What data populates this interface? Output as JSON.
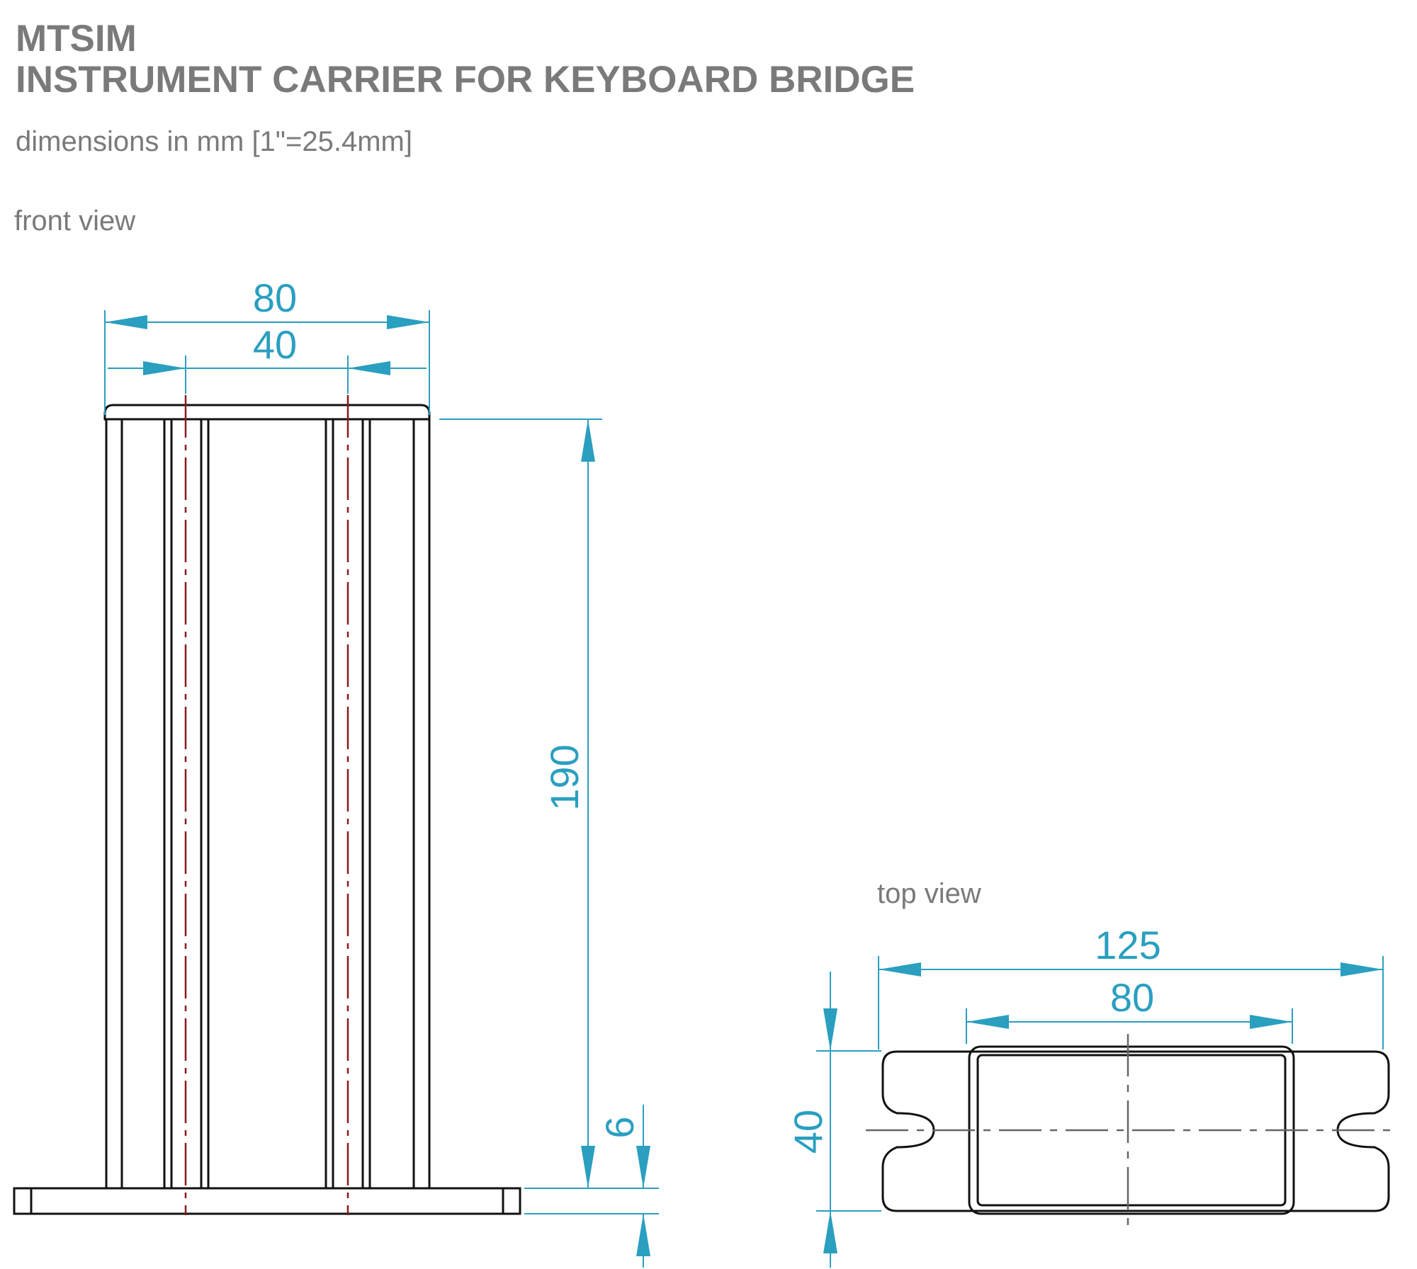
{
  "title": {
    "line1": "MTSIM",
    "line2": "INSTRUMENT CARRIER FOR KEYBOARD BRIDGE"
  },
  "subtitle": "dimensions in mm [1\"=25.4mm]",
  "views": {
    "front": {
      "label": "front view",
      "dims": {
        "width_outer": "80",
        "width_inner": "40",
        "height": "190",
        "base": "6"
      }
    },
    "top": {
      "label": "top view",
      "dims": {
        "length": "125",
        "inner": "80",
        "depth": "40"
      }
    }
  },
  "colors": {
    "dimension": "#2a9fbf",
    "outline": "#111111",
    "centerline": "#8b1a1a",
    "text": "#7a7a7a"
  }
}
